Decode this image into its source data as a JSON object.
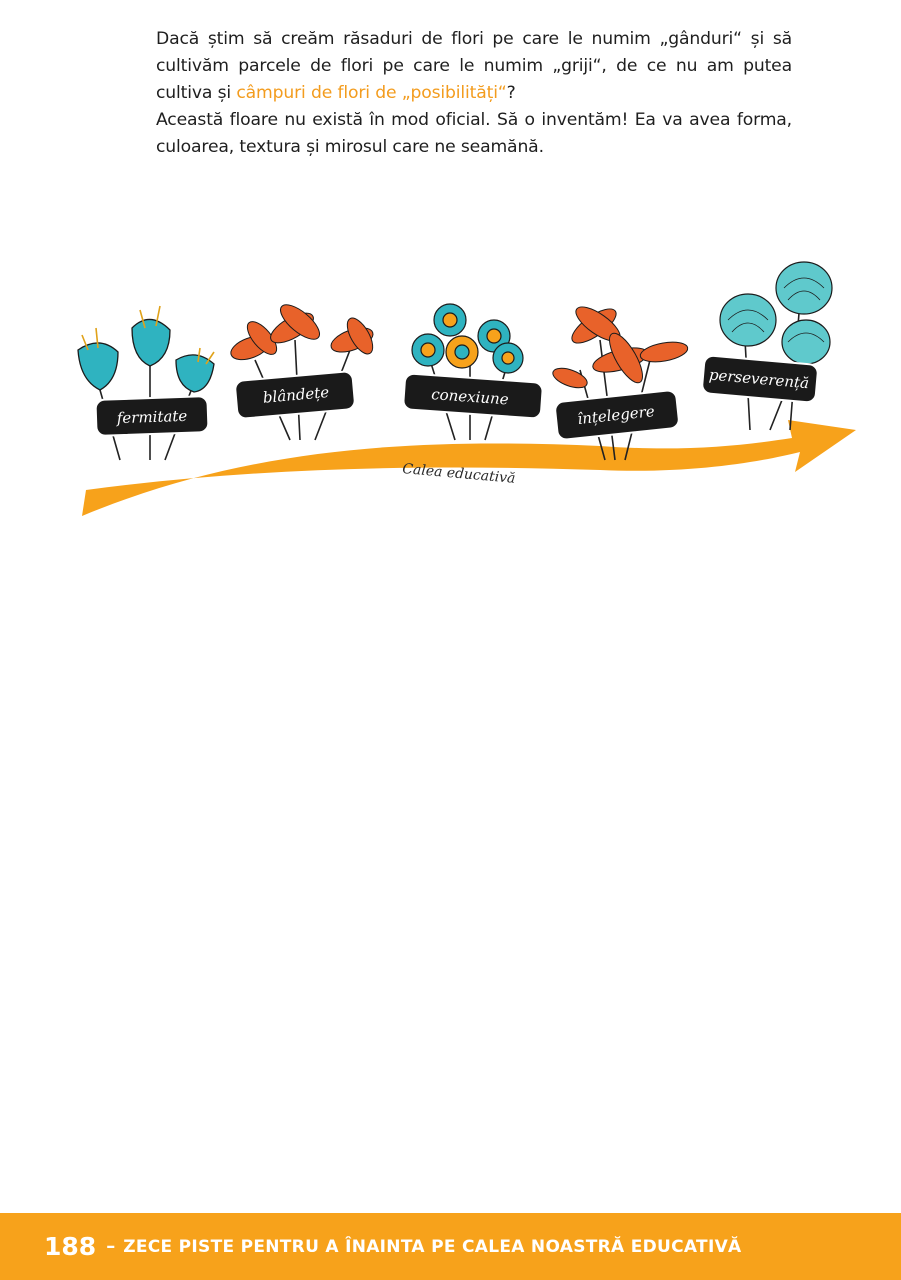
{
  "body": {
    "p1_a": "Dacă știm să creăm răsaduri de flori pe care le numim „gânduri“ și să cultivăm parcele de flori pe care le numim „griji“, de ce nu am putea cultiva și ",
    "p1_highlight": "câmpuri de flori de „posibilități“",
    "p1_end": "?",
    "p2": "Această floare nu există în mod oficial. Să o inventăm! Ea va avea forma, culoarea, textura și mirosul care ne seamănă."
  },
  "illustration": {
    "path_label": "Calea educativă",
    "flowers": [
      {
        "label": "fermitate"
      },
      {
        "label": "blândețe"
      },
      {
        "label": "conexiune"
      },
      {
        "label": "înțelegere"
      },
      {
        "label": "perseverență"
      }
    ],
    "colors": {
      "orange": "#f7a21b",
      "teal": "#2fb3c0",
      "flower_orange": "#e8622a",
      "sign": "#1a1a1a"
    }
  },
  "footer": {
    "page_number": "188",
    "separator": "–",
    "title": "ZECE PISTE PENTRU A ÎNAINTA PE CALEA NOASTRĂ EDUCATIVĂ"
  }
}
